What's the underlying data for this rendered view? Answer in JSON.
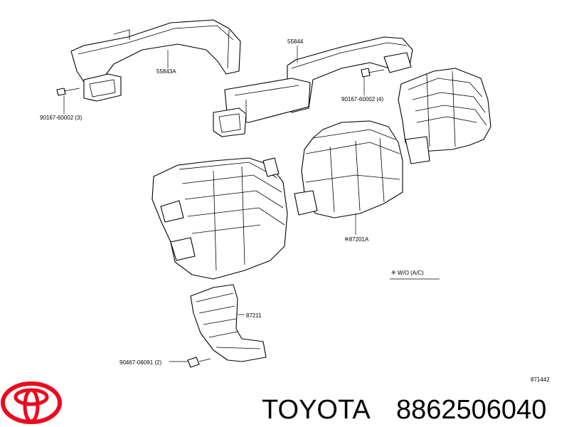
{
  "diagram": {
    "part_labels": {
      "duct_left": "55843A",
      "duct_center": "55844",
      "screw_left": "90167-60002 (3)",
      "screw_right": "90167-60002 (4)",
      "case": "※87201A",
      "note": "※  W/O (A/C)",
      "duct_lower": "87211",
      "clip_lower": "90467-06091 (2)",
      "diagram_code": "871442"
    }
  },
  "brand": {
    "name": "TOYOTA",
    "part_number": "8862506040",
    "logo_color": "#eb0a1e"
  }
}
